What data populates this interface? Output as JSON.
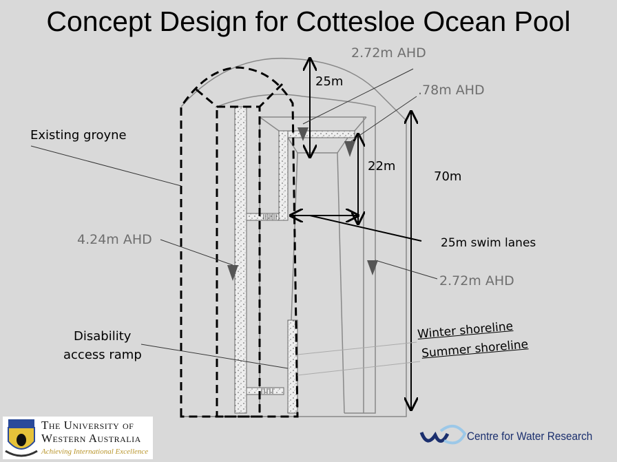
{
  "title": "Concept Design for Cottesloe Ocean Pool",
  "labels": {
    "level_top": "2.72m AHD",
    "level_inner": ".78m AHD",
    "dim_25m": "25m",
    "dim_22m": "22m",
    "dim_70m": "70m",
    "existing_groyne": "Existing groyne",
    "level_groyne": "4.24m AHD",
    "swim_lanes": "25m swim lanes",
    "level_right": "2.72m AHD",
    "ramp_line1": "Disability",
    "ramp_line2": "access ramp",
    "winter": "Winter shoreline",
    "summer": "Summer shoreline"
  },
  "logos": {
    "uwa_line1": "The University of",
    "uwa_line2": "Western Australia",
    "uwa_motto": "Achieving International Excellence",
    "cwr": "Centre for Water Research"
  },
  "colors": {
    "background": "#d9d9d9",
    "dim_text": "#6e6e6e",
    "uwa_gold": "#b8942a",
    "cwr_blue": "#1b2f6e"
  }
}
